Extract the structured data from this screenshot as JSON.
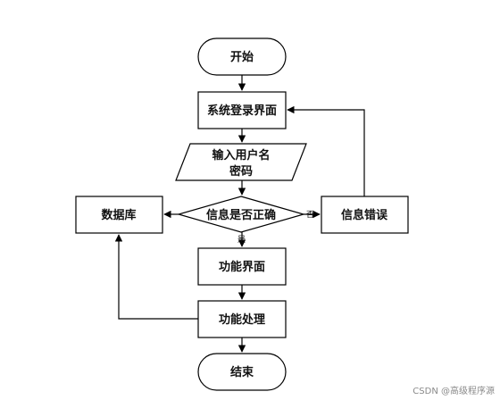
{
  "nodes": {
    "start": "开始",
    "login": "系统登录界面",
    "input_line1": "输入用户名",
    "input_line2": "密码",
    "decision": "信息是否正确",
    "error": "信息错误",
    "database": "数据库",
    "function_ui": "功能界面",
    "process": "功能处理",
    "end": "结束"
  },
  "edge_labels": {
    "no": "否",
    "yes": "是"
  },
  "watermark": "CSDN @高级程序源"
}
